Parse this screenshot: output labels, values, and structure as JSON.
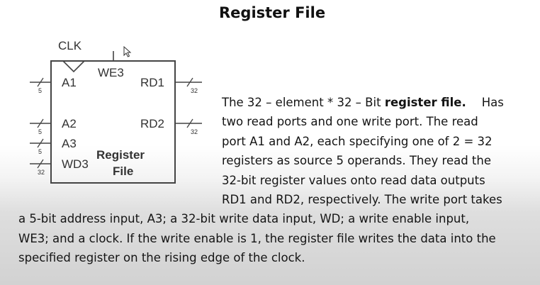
{
  "slide": {
    "title": "Register File"
  },
  "diagram": {
    "block_name_line1": "Register",
    "block_name_line2": "File",
    "clk": "CLK",
    "we3": "WE3",
    "ports": {
      "a1": "A1",
      "a2": "A2",
      "a3": "A3",
      "wd3": "WD3",
      "rd1": "RD1",
      "rd2": "RD2"
    },
    "bus_widths": {
      "a1": "5",
      "a2": "5",
      "a3": "5",
      "wd3": "32",
      "rd1": "32",
      "rd2": "32"
    }
  },
  "paragraph": {
    "line1_pre": "The 32 – element * 32 – Bit ",
    "line1_bold": "register file.",
    "line1_post": "Has",
    "line2": "two read ports and one write port. The read",
    "line3": "port A1 and A2, each specifying one of 2 = 32",
    "line4": "registers as source 5 operands. They read the",
    "line5": "32-bit register values onto read data outputs",
    "line6": "RD1 and RD2, respectively. The write port takes",
    "line7": "a 5-bit address input, A3; a 32-bit write data input, WD; a write enable input,",
    "line8": "WE3; and a clock. If the write enable is 1, the register file writes the data into the",
    "line9": "specified register on the rising edge of the clock."
  }
}
